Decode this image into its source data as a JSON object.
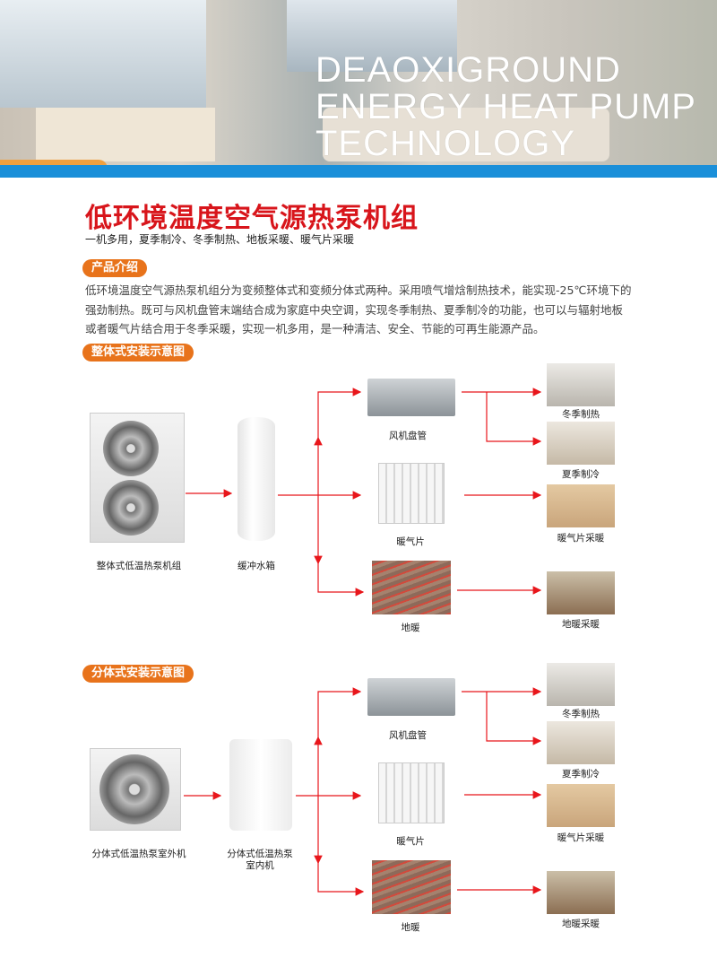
{
  "banner": {
    "line1": "DEAOXIGROUND",
    "line2": "ENERGY HEAT PUMP",
    "line3": "TECHNOLOGY"
  },
  "title": "低环境温度空气源热泵机组",
  "subtitle": "一机多用，夏季制冷、冬季制热、地板采暖、暖气片采暖",
  "intro": {
    "badge": "产品介绍",
    "text": "低环境温度空气源热泵机组分为变频整体式和变频分体式两种。采用喷气增焓制热技术，能实现-25℃环境下的强劲制热。既可与风机盘管末端结合成为家庭中央空调，实现冬季制热、夏季制冷的功能，也可以与辐射地板或者暖气片结合用于冬季采暖，实现一机多用，是一种清洁、安全、节能的可再生能源产品。"
  },
  "diagram1": {
    "badge": "整体式安装示意图",
    "unit": "整体式低温热泵机组",
    "tank": "缓冲水箱",
    "coil": "风机盘管",
    "radiator": "暖气片",
    "floor": "地暖",
    "winter": "冬季制热",
    "summer": "夏季制冷",
    "rad_heat": "暖气片采暖",
    "floor_heat": "地暖采暖"
  },
  "diagram2": {
    "badge": "分体式安装示意图",
    "unit": "分体式低温热泵室外机",
    "indoor_l1": "分体式低温热泵",
    "indoor_l2": "室内机",
    "coil": "风机盘管",
    "radiator": "暖气片",
    "floor": "地暖",
    "winter": "冬季制热",
    "summer": "夏季制冷",
    "rad_heat": "暖气片采暖",
    "floor_heat": "地暖采暖"
  },
  "colors": {
    "title": "#d8151b",
    "badge": "#e8731b",
    "arrow": "#e8161b",
    "strip": "#1a8fd9"
  }
}
